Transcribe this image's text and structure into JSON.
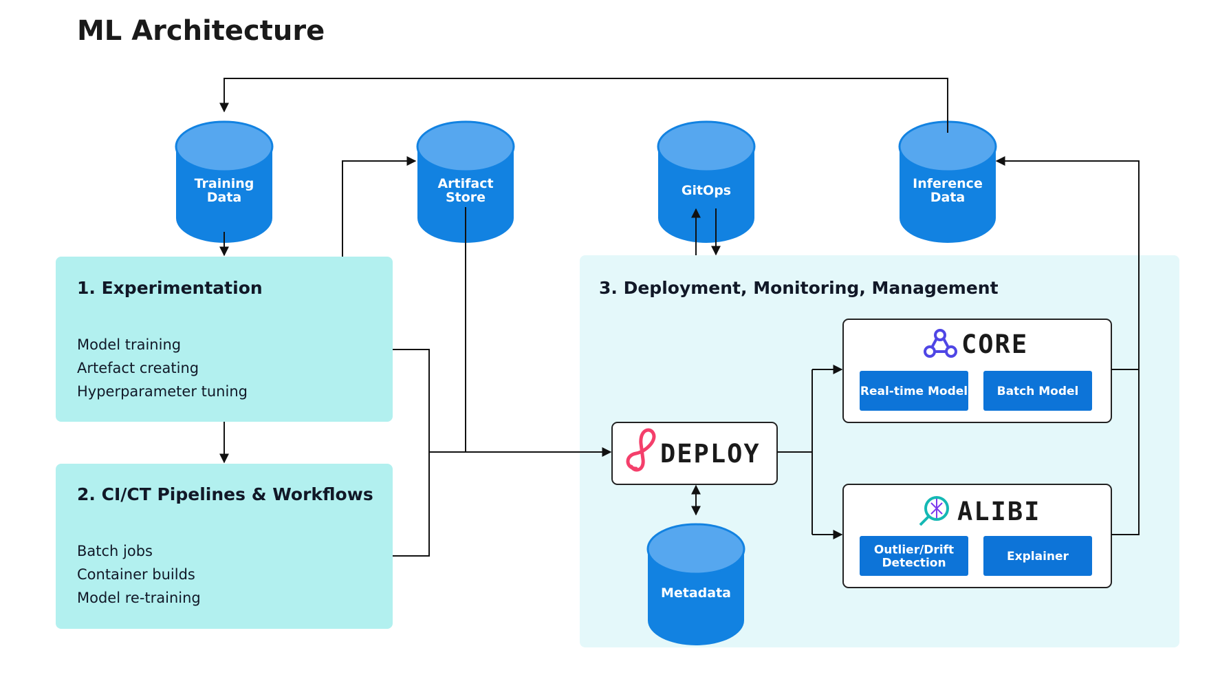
{
  "title": "ML Architecture",
  "colors": {
    "experimentation_panel": "#b2f0ef",
    "deployment_panel": "#e4f8fa",
    "cylinder_body": "#1282e1",
    "cylinder_top": "#56a7ef",
    "button": "#0d74d8",
    "deploy_logo": "#f43f6b",
    "core_logo": "#4f46e5",
    "alibi_logo": "#14b8b4"
  },
  "stores": {
    "training_data": [
      "Training",
      "Data"
    ],
    "artifact_store": [
      "Artifact",
      "Store"
    ],
    "gitops": [
      "GitOps"
    ],
    "inference_data": [
      "Inference",
      "Data"
    ],
    "metadata": [
      "Metadata"
    ]
  },
  "panels": {
    "experimentation": {
      "title": "1. Experimentation",
      "items": [
        "Model training",
        "Artefact creating",
        "Hyperparameter tuning"
      ]
    },
    "pipelines": {
      "title": "2. CI/CT Pipelines & Workflows",
      "items": [
        "Batch jobs",
        "Container builds",
        "Model re-training"
      ]
    },
    "deployment": {
      "title": "3. Deployment, Monitoring, Management"
    }
  },
  "components": {
    "deploy": {
      "label": "DEPLOY",
      "icon": "deploy-logo-icon"
    },
    "core": {
      "label": "CORE",
      "icon": "core-logo-icon",
      "buttons": [
        [
          "Real-time Model"
        ],
        [
          "Batch Model"
        ]
      ]
    },
    "alibi": {
      "label": "ALIBI",
      "icon": "alibi-logo-icon",
      "buttons": [
        [
          "Outlier/Drift",
          "Detection"
        ],
        [
          "Explainer"
        ]
      ]
    }
  }
}
